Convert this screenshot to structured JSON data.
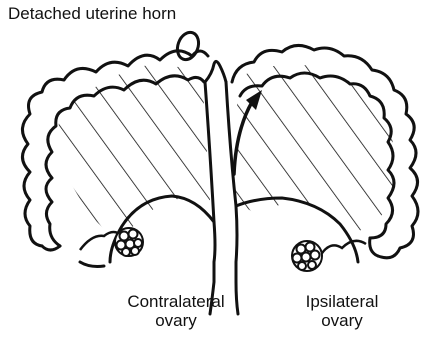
{
  "labels": {
    "detached_horn": "Detached uterine horn",
    "contralateral": [
      "Contralateral",
      "ovary"
    ],
    "ipsilateral": [
      "Ipsilateral",
      "ovary"
    ]
  },
  "colors": {
    "ink": "#111111",
    "background": "#ffffff"
  }
}
